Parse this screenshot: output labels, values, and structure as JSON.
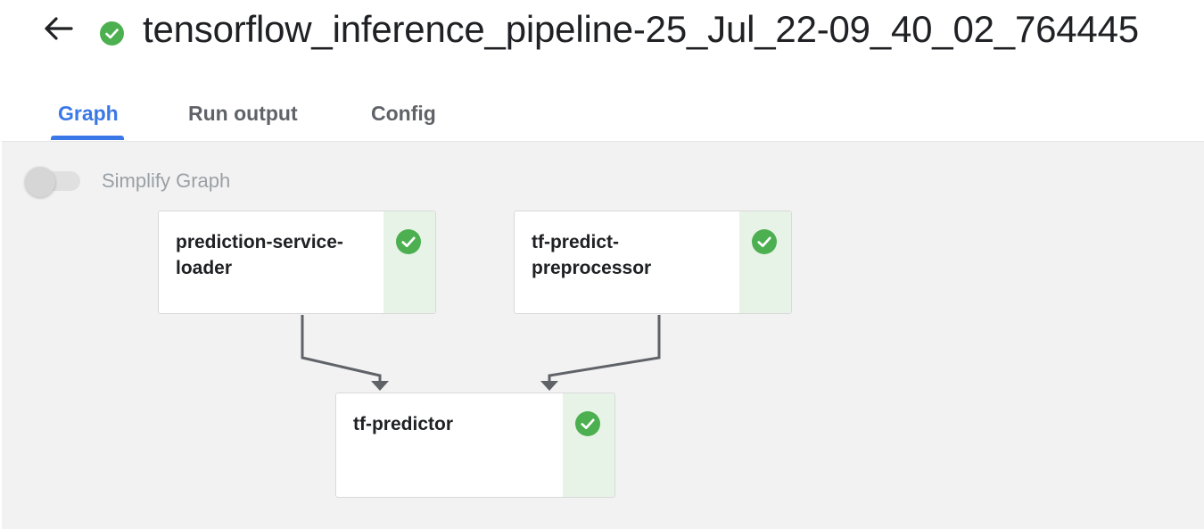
{
  "header": {
    "title": "tensorflow_inference_pipeline-25_Jul_22-09_40_02_764445",
    "back_icon": "arrow-back-icon",
    "status_icon": "check-circle-icon"
  },
  "tabs": [
    {
      "label": "Graph",
      "active": true
    },
    {
      "label": "Run output",
      "active": false
    },
    {
      "label": "Config",
      "active": false
    }
  ],
  "graph": {
    "simplify_label": "Simplify Graph",
    "simplify_enabled": false,
    "nodes": [
      {
        "id": "prediction-service-loader",
        "label": "prediction-service-loader",
        "status": "succeeded"
      },
      {
        "id": "tf-predict-preprocessor",
        "label": "tf-predict-preprocessor",
        "status": "succeeded"
      },
      {
        "id": "tf-predictor",
        "label": "tf-predictor",
        "status": "succeeded"
      }
    ],
    "edges": [
      {
        "from": "prediction-service-loader",
        "to": "tf-predictor"
      },
      {
        "from": "tf-predict-preprocessor",
        "to": "tf-predictor"
      }
    ]
  },
  "colors": {
    "accent": "#3b78e7",
    "success": "#4caf50",
    "success_bg": "#e8f3e8",
    "edge": "#5f6368",
    "canvas_bg": "#f2f2f2"
  }
}
